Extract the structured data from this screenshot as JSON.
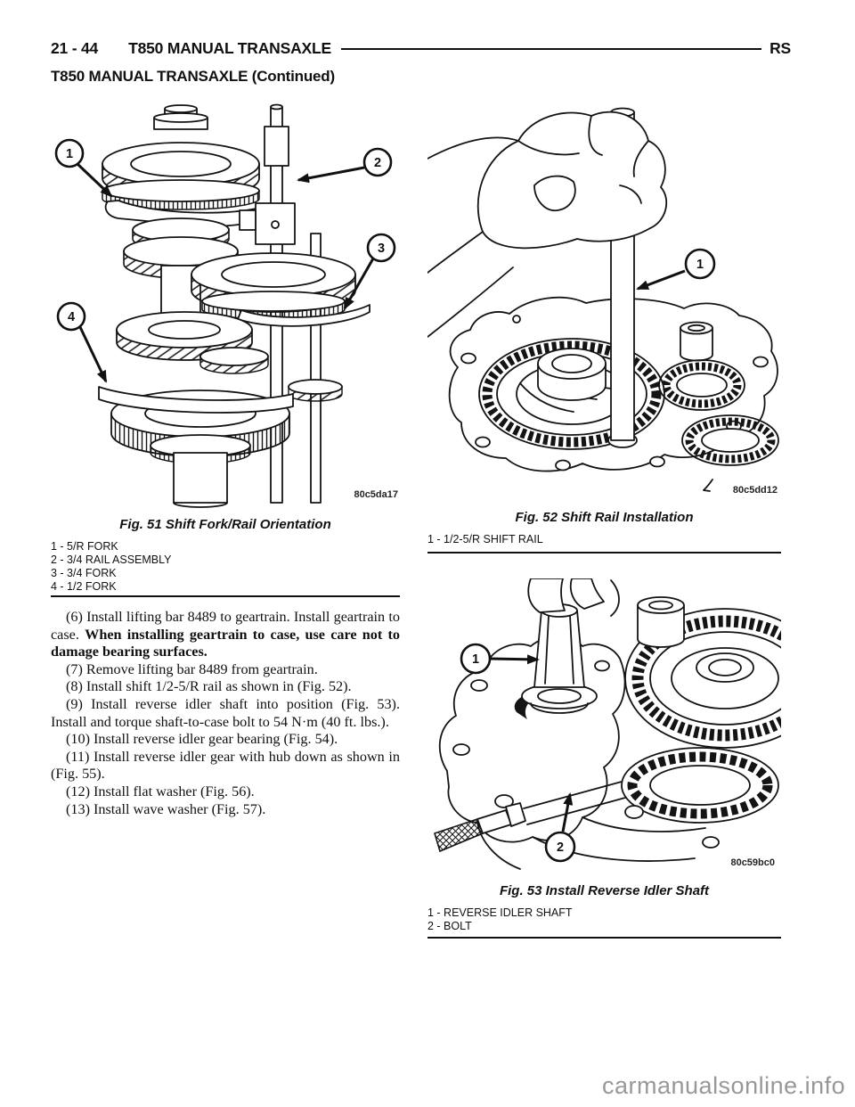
{
  "header": {
    "page_number": "21 - 44",
    "section_title": "T850 MANUAL TRANSAXLE",
    "corner_label": "RS",
    "continued_title": "T850 MANUAL TRANSAXLE (Continued)"
  },
  "figures": [
    {
      "caption": "Fig. 51 Shift Fork/Rail Orientation",
      "code": "80c5da17",
      "callouts": [
        "1",
        "2",
        "3",
        "4"
      ],
      "legend": [
        "1 - 5/R FORK",
        "2 - 3/4 RAIL ASSEMBLY",
        "3 - 3/4 FORK",
        "4 - 1/2 FORK"
      ]
    },
    {
      "caption": "Fig. 52 Shift Rail Installation",
      "code": "80c5dd12",
      "callouts": [
        "1"
      ],
      "legend": [
        "1 - 1/2-5/R SHIFT RAIL"
      ]
    },
    {
      "caption": "Fig. 53 Install Reverse Idler Shaft",
      "code": "80c59bc0",
      "callouts": [
        "1",
        "2"
      ],
      "legend": [
        "1 - REVERSE IDLER SHAFT",
        "2 - BOLT"
      ]
    }
  ],
  "steps": [
    {
      "normal": "(6) Install lifting bar 8489 to geartrain. Install geartrain to case. ",
      "bold": "When installing geartrain to case, use care not to damage bearing surfaces."
    },
    {
      "text": "(7) Remove lifting bar 8489 from geartrain."
    },
    {
      "text": "(8) Install shift 1/2-5/R rail as shown in (Fig. 52)."
    },
    {
      "text": "(9) Install reverse idler shaft into position (Fig. 53). Install and torque shaft-to-case bolt to 54 N·m (40 ft. lbs.)."
    },
    {
      "text": "(10) Install reverse idler gear bearing (Fig. 54)."
    },
    {
      "text": "(11) Install reverse idler gear with hub down as shown in (Fig. 55)."
    },
    {
      "text": "(12) Install flat washer (Fig. 56)."
    },
    {
      "text": "(13) Install wave washer (Fig. 57)."
    }
  ],
  "watermark": "carmanualsonline.info",
  "colors": {
    "ink": "#111111",
    "watermark": "#989898",
    "paper": "#ffffff"
  }
}
